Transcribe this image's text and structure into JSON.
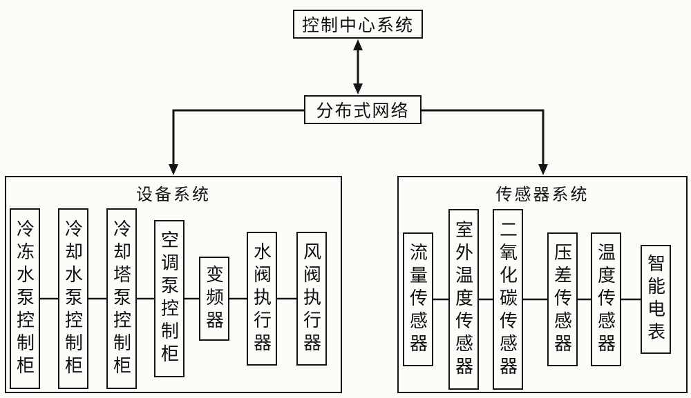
{
  "diagram": {
    "control_center": "控制中心系统",
    "network": "分布式网络",
    "device_panel": {
      "title": "设备系统",
      "items": [
        "冷冻水泵控制柜",
        "冷却水泵控制柜",
        "冷却塔泵控制柜",
        "空调泵控制柜",
        "变频器",
        "水阀执行器",
        "风阀执行器"
      ]
    },
    "sensor_panel": {
      "title": "传感器系统",
      "items": [
        "流量传感器",
        "室外温度传感器",
        "二氧化碳传感器",
        "压差传感器",
        "温度传感器",
        "智能电表"
      ]
    },
    "colors": {
      "line": "#141414",
      "background": "#fcfcf9"
    }
  }
}
